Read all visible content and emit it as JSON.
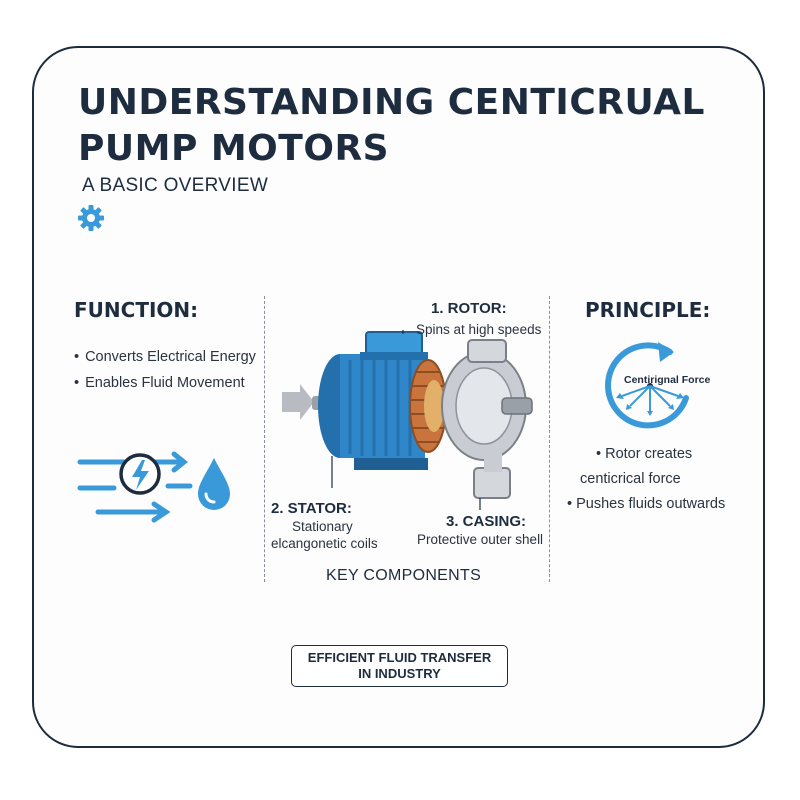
{
  "title": {
    "line1": "UNDERSTANDING CENTICRUAL",
    "line2": "PUMP MOTORS"
  },
  "subtitle": "A BASIC OVERVIEW",
  "function": {
    "heading": "FUNCTION:",
    "bullets": [
      "Converts Electrical Energy",
      "Enables Fluid Movement"
    ]
  },
  "components": {
    "rotor": {
      "title": "1. ROTOR:",
      "desc": "Spins at high speeds"
    },
    "stator": {
      "title": "2. STATOR:",
      "desc_line1": "Stationary",
      "desc_line2": "elcangonetic coils"
    },
    "casing": {
      "title": "3. CASING:",
      "desc": "Protective outer shell"
    },
    "caption": "KEY COMPONENTS"
  },
  "principle": {
    "heading": "PRINCIPLE:",
    "diagram_label": "Centirignal Force",
    "bullets": [
      "Rotor creates",
      "centicrical force",
      "Pushes fluids outwards"
    ]
  },
  "footer": {
    "line1": "EFFICIENT FLUID TRANSFER",
    "line2": "IN INDUSTRY"
  },
  "colors": {
    "navy": "#1e2c3f",
    "accent_blue": "#3a9ad9",
    "motor_blue": "#2f86c8",
    "copper": "#c8743c",
    "steel": "#c9cdd3"
  }
}
